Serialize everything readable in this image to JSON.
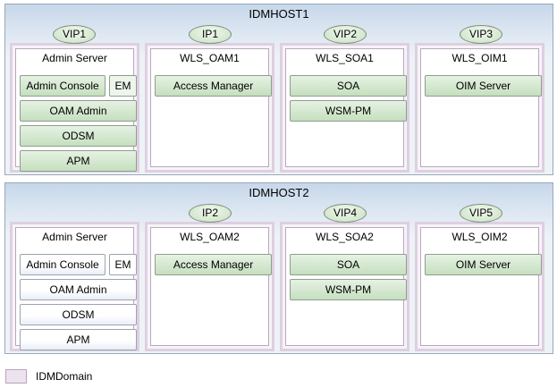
{
  "hosts": [
    {
      "title": "IDMHOST1",
      "servers": [
        {
          "vip": "VIP1",
          "title": "Admin Server",
          "components": {
            "admin_console": "Admin Console",
            "em": "EM",
            "oam_admin": "OAM Admin",
            "odsm": "ODSM",
            "apm": "APM"
          }
        },
        {
          "vip": "IP1",
          "title": "WLS_OAM1",
          "components": [
            "Access Manager"
          ]
        },
        {
          "vip": "VIP2",
          "title": "WLS_SOA1",
          "components": [
            "SOA",
            "WSM-PM"
          ]
        },
        {
          "vip": "VIP3",
          "title": "WLS_OIM1",
          "components": [
            "OIM Server"
          ]
        }
      ]
    },
    {
      "title": "IDMHOST2",
      "servers": [
        {
          "title": "Admin Server",
          "components": {
            "admin_console": "Admin Console",
            "em": "EM",
            "oam_admin": "OAM Admin",
            "odsm": "ODSM",
            "apm": "APM"
          }
        },
        {
          "vip": "IP2",
          "title": "WLS_OAM2",
          "components": [
            "Access Manager"
          ]
        },
        {
          "vip": "VIP4",
          "title": "WLS_SOA2",
          "components": [
            "SOA",
            "WSM-PM"
          ]
        },
        {
          "vip": "VIP5",
          "title": "WLS_OIM2",
          "components": [
            "OIM Server"
          ]
        }
      ]
    }
  ],
  "legend": {
    "label": "IDMDomain"
  }
}
